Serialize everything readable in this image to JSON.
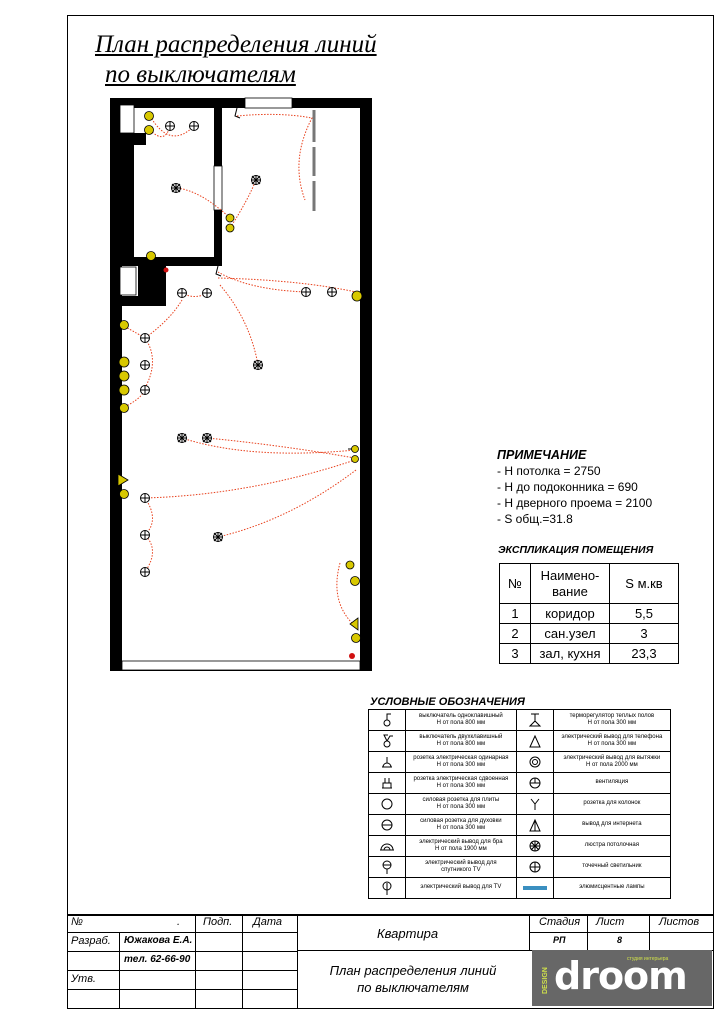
{
  "title": {
    "line1": "План распределения линий",
    "line2": "по выключателям"
  },
  "notes": {
    "heading": "ПРИМЕЧАНИЕ",
    "items": [
      "- Н потолка = 2750",
      "- Н до подоконника = 690",
      "- Н дверного проема = 2100",
      "- S общ.=31.8"
    ]
  },
  "explication": {
    "title": "ЭКСПЛИКАЦИЯ ПОМЕЩЕНИЯ",
    "headers": [
      "№",
      "Наимено-\nвание",
      "S м.кв"
    ],
    "rows": [
      [
        "1",
        "коридор",
        "5,5"
      ],
      [
        "2",
        "сан.узел",
        "3"
      ],
      [
        "3",
        "зал, кухня",
        "23,3"
      ]
    ]
  },
  "legend": {
    "title": "УСЛОВНЫЕ ОБОЗНАЧЕНИЯ",
    "left": [
      {
        "icon": "single-switch-icon",
        "text": "выключатель одноклавишный\nН от пола 800 мм"
      },
      {
        "icon": "double-switch-icon",
        "text": "выключатель двухклавишный\nН от пола 800 мм"
      },
      {
        "icon": "single-socket-icon",
        "text": "розетка электрическая одинарная\nН от пола 300 мм"
      },
      {
        "icon": "double-socket-icon",
        "text": "розетка электрическая сдвоенная\nН от пола 300 мм"
      },
      {
        "icon": "stove-socket-icon",
        "text": "силовая розетка для плиты\nН от пола 300 мм"
      },
      {
        "icon": "oven-socket-icon",
        "text": "силовая розетка для духовки\nН от пола 300 мм"
      },
      {
        "icon": "sconce-outlet-icon",
        "text": "электрический вывод для бра\nН от пола 1900 мм"
      },
      {
        "icon": "satellite-outlet-icon",
        "text": "электрический вывод для\nспутникого TV"
      },
      {
        "icon": "tv-outlet-icon",
        "text": "электрический вывод для TV"
      }
    ],
    "right": [
      {
        "icon": "floor-heating-thermostat-icon",
        "text": "терморегулятор теплых полов\nН от пола 300 мм"
      },
      {
        "icon": "phone-outlet-icon",
        "text": "электрический вывод для телефона\nН от пола 300 мм"
      },
      {
        "icon": "hood-outlet-icon",
        "text": "электрический вывод для вытяжки\nН от пола 2000 мм"
      },
      {
        "icon": "ventilation-icon",
        "text": "вентиляция"
      },
      {
        "icon": "speaker-socket-icon",
        "text": "розетка для колонок"
      },
      {
        "icon": "internet-outlet-icon",
        "text": "вывод для интернета"
      },
      {
        "icon": "ceiling-chandelier-icon",
        "text": "люстра потолочная"
      },
      {
        "icon": "spot-light-icon",
        "text": "точечный светильник"
      },
      {
        "icon": "fluorescent-lamp-icon",
        "text": "элюмисцентные лампы"
      }
    ]
  },
  "stamp": {
    "no_label": "№",
    "razrab_label": "Разраб.",
    "utv_label": "Утв.",
    "author": "Южакова Е.А.",
    "phone": "тел. 62-66-90",
    "dot": ".",
    "podp_label": "Подп.",
    "data_label": "Дата",
    "object": "Квартира",
    "stage_label": "Стадия",
    "sheet_label": "Лист",
    "sheets_label": "Листов",
    "stage": "РП",
    "sheet": "8",
    "drawing_title_1": "План распределения линий",
    "drawing_title_2": "по выключателям"
  },
  "logo": {
    "word": "droom",
    "side": "DESIGN",
    "tag": "студия интерьера"
  },
  "colors": {
    "wiring": "#e8401c",
    "fixture": "#d8c800",
    "wall": "#000000",
    "lamp": "#3a8fc0",
    "marker": "#d01010"
  }
}
